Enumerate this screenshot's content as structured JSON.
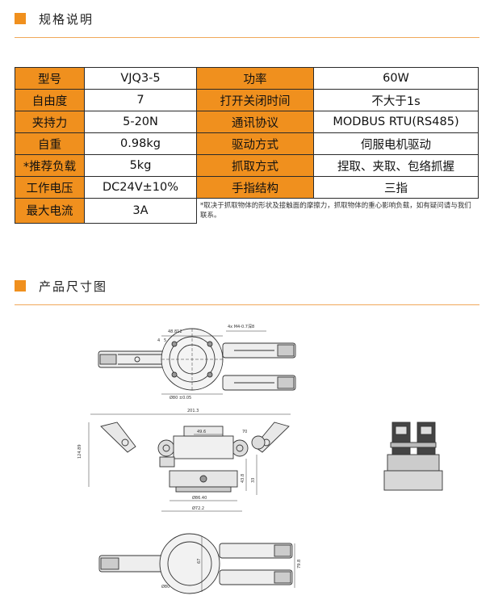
{
  "sections": {
    "spec_title": "规格说明",
    "dim_title": "产品尺寸图"
  },
  "colors": {
    "accent": "#f0901e",
    "rule": "#f0a85a"
  },
  "spec": {
    "rows": [
      {
        "l1": "型号",
        "v1": "VJQ3-5",
        "l2": "功率",
        "v2": "60W"
      },
      {
        "l1": "自由度",
        "v1": "7",
        "l2": "打开关闭时间",
        "v2": "不大于1s"
      },
      {
        "l1": "夹持力",
        "v1": "5-20N",
        "l2": "通讯协议",
        "v2": "MODBUS RTU(RS485)"
      },
      {
        "l1": "自重",
        "v1": "0.98kg",
        "l2": "驱动方式",
        "v2": "伺服电机驱动"
      },
      {
        "l1": "*推荐负载",
        "v1": "5kg",
        "l2": "抓取方式",
        "v2": "捏取、夹取、包络抓握"
      },
      {
        "l1": "工作电压",
        "v1": "DC24V±10%",
        "l2": "手指结构",
        "v2": "三指"
      }
    ],
    "last_row": {
      "l1": "最大电流",
      "v1": "3A"
    },
    "note": "*取决于抓取物体的形状及接触面的摩擦力，抓取物体的重心影响负载，如有疑问请与我们联系。"
  },
  "drawing": {
    "top": {
      "dim_top": "48.812",
      "dim_left_a": "4",
      "dim_left_b": "5",
      "dim_hole": "4x M4-0.7深8",
      "dim_circle": "Ø80 ±0.05"
    },
    "front": {
      "width": "201.3",
      "span_a": "49.6",
      "span_b": "70",
      "height": "124.89",
      "depth_a": "43.8",
      "depth_b": "33",
      "base": "Ø86.40",
      "base2": "Ø72.2"
    },
    "bottom": {
      "height": "79.8",
      "span": "67",
      "dia": "Ø80"
    }
  }
}
